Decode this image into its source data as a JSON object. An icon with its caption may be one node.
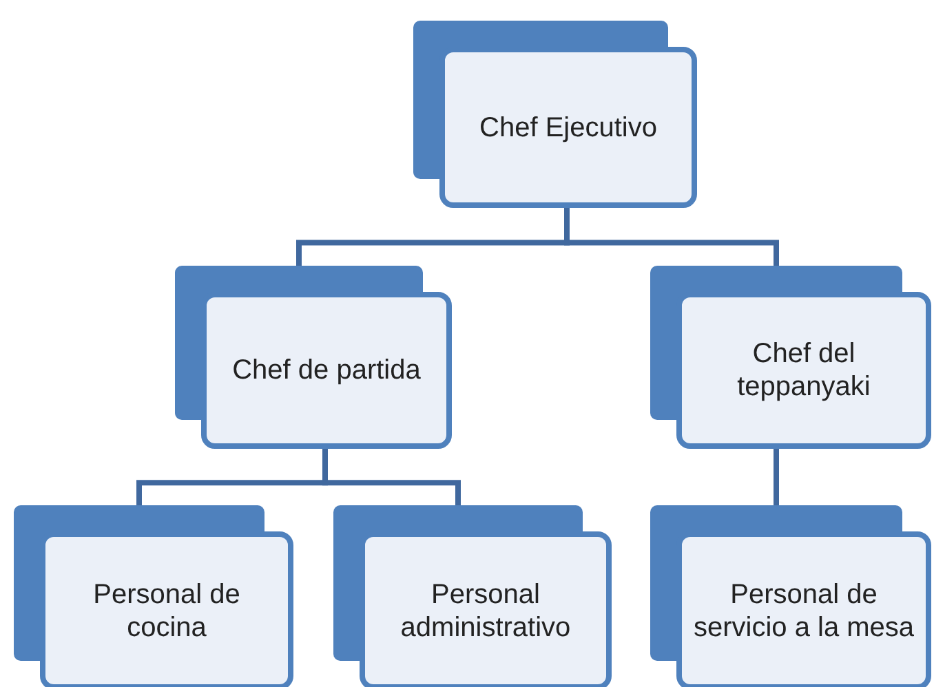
{
  "diagram": {
    "nodes": [
      {
        "text": [
          "Chef Ejecutivo"
        ]
      },
      {
        "text": [
          "Chef de partida"
        ]
      },
      {
        "text": [
          "Chef del teppanyaki"
        ]
      },
      {
        "text": [
          "Personal de cocina"
        ]
      },
      {
        "text": [
          "Personal administrativo"
        ]
      },
      {
        "text": [
          "Personal de servicio a la mesa"
        ]
      }
    ],
    "edges": [
      {
        "from": 0,
        "to": 1,
        "arrow": "none"
      },
      {
        "from": 0,
        "to": 2,
        "arrow": "none"
      },
      {
        "from": 1,
        "to": 3,
        "arrow": "none"
      },
      {
        "from": 1,
        "to": 4,
        "arrow": "none"
      },
      {
        "from": 2,
        "to": 5,
        "arrow": "none"
      }
    ]
  }
}
